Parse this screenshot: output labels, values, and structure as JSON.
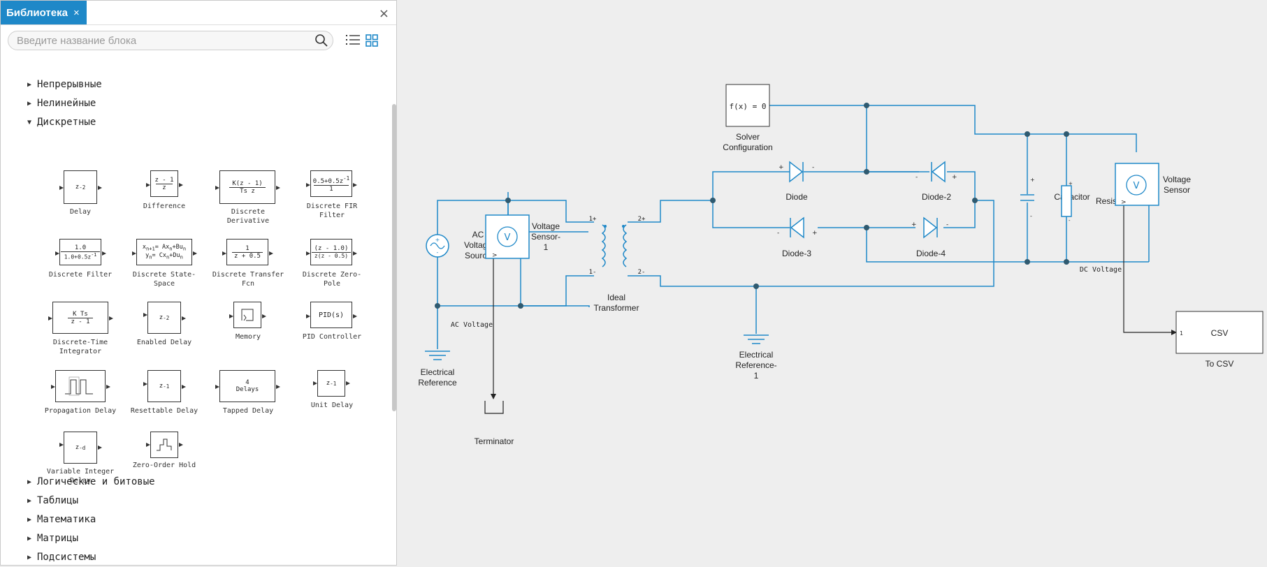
{
  "panel": {
    "tab_title": "Библиотека",
    "tab_close": "×",
    "panel_close": "×",
    "search_placeholder": "Введите название блока",
    "icons": [
      "search-icon",
      "list-view-icon",
      "grid-view-icon"
    ]
  },
  "categories_top": [
    {
      "label": "Непрерывные",
      "expanded": false
    },
    {
      "label": "Нелинейные",
      "expanded": false
    },
    {
      "label": "Дискретные",
      "expanded": true
    }
  ],
  "categories_bottom": [
    {
      "label": "Логические и битовые",
      "expanded": false
    },
    {
      "label": "Таблицы",
      "expanded": false
    },
    {
      "label": "Математика",
      "expanded": false
    },
    {
      "label": "Матрицы",
      "expanded": false
    },
    {
      "label": "Подсистемы",
      "expanded": false
    }
  ],
  "blocks": [
    {
      "name": "Delay",
      "glyph": "z⁻²"
    },
    {
      "name": "Difference",
      "glyph": "z-1 / z"
    },
    {
      "name": "Discrete Derivative",
      "glyph": "K(z-1) / Ts z"
    },
    {
      "name": "Discrete FIR Filter",
      "glyph": "0.5+0.5z⁻¹ / 1"
    },
    {
      "name": "Discrete Filter",
      "glyph": "1.0 / 1.0+0.5z⁻¹"
    },
    {
      "name": "Discrete State-Space",
      "glyph": "xₙ₊₁ = Axₙ+Buₙ / yₙ = Cxₙ+Duₙ"
    },
    {
      "name": "Discrete Transfer Fcn",
      "glyph": "1 / z+0.5"
    },
    {
      "name": "Discrete Zero-Pole",
      "glyph": "(z-1.0) / z(z-0.5)"
    },
    {
      "name": "Discrete-Time Integrator",
      "glyph": "K Ts / z-1"
    },
    {
      "name": "Enabled Delay",
      "glyph": "z⁻²"
    },
    {
      "name": "Memory",
      "glyph": ""
    },
    {
      "name": "PID Controller",
      "glyph": "PID(s)"
    },
    {
      "name": "Propagation Delay",
      "glyph": ""
    },
    {
      "name": "Resettable Delay",
      "glyph": "z⁻¹"
    },
    {
      "name": "Tapped Delay",
      "glyph": "4 Delays"
    },
    {
      "name": "Unit Delay",
      "glyph": "z⁻¹"
    },
    {
      "name": "Variable Integer Delay",
      "glyph": "z⁻ᵈ"
    },
    {
      "name": "Zero-Order Hold",
      "glyph": ""
    }
  ],
  "model": {
    "solver_label": "Solver Configuration",
    "solver_glyph": "f(x) = 0",
    "ac_source_label": "AC Voltage Source",
    "vsensor1_label": "Voltage Sensor-1",
    "vsensor_label": "Voltage Sensor",
    "transformer_label": "Ideal Transformer",
    "diode_labels": [
      "Diode",
      "Diode-2",
      "Diode-3",
      "Diode-4"
    ],
    "capacitor_label": "Capacitor",
    "resistor_label": "Resistor",
    "elec_ref_label": "Electrical Reference",
    "elec_ref1_label": "Electrical Reference-1",
    "terminator_label": "Terminator",
    "csv_label": "To CSV",
    "csv_glyph": "CSV",
    "csv_port": "1",
    "ac_voltage_signal": "AC Voltage",
    "dc_voltage_signal": "DC Voltage",
    "sensor_glyph": "V",
    "port_labels": {
      "p1p": "1+",
      "p1m": "1-",
      "p2p": "2+",
      "p2m": "2-"
    },
    "plus": "+",
    "minus": "-",
    "arrow_port": ">",
    "wire_color": "#1e88c8",
    "node_color": "#2f5a70"
  }
}
